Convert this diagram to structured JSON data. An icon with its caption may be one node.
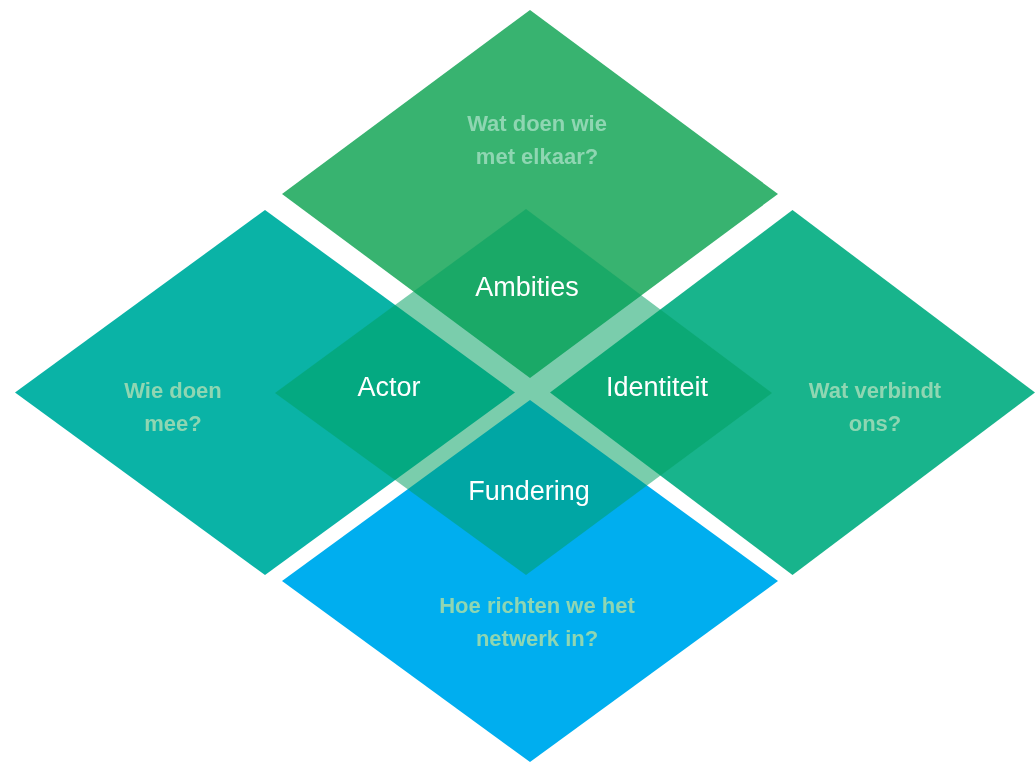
{
  "diagram": {
    "nodes": [
      {
        "text": [
          "Wat doen wie met elkaar?",
          "Ambities"
        ]
      },
      {
        "text": [
          "Wie doen mee?",
          "Actor"
        ]
      },
      {
        "text": [
          "Identiteit",
          "Wat verbindt ons?"
        ]
      },
      {
        "text": [
          "Fundering",
          "Hoe richten we het netwerk in?"
        ]
      }
    ]
  }
}
